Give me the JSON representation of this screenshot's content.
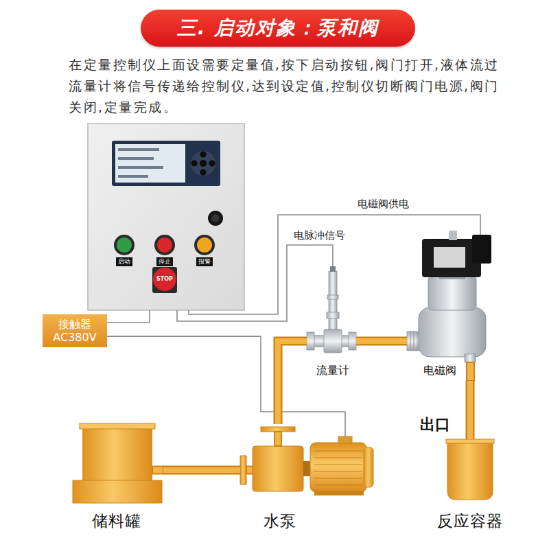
{
  "diagram": {
    "title": "三. 启动对象：泵和阀",
    "caption": "在定量控制仪上面设需要定量值,按下启动按钮,阀门打开,液体流过流量计将信号传递给控制仪,达到设定值,控制仪切断阀门电源,阀门关闭,定量完成。",
    "nodes": [
      {
        "text": [
          "启动",
          "停止",
          "报警",
          "STOP"
        ]
      },
      {
        "text": [
          "接触器 AC380V"
        ]
      },
      {
        "text": [
          "流量计"
        ]
      },
      {
        "text": [
          "电磁阀"
        ]
      },
      {
        "text": [
          "储料罐"
        ]
      },
      {
        "text": [
          "水泵"
        ]
      },
      {
        "text": [
          "反应容器"
        ]
      }
    ],
    "edges": [
      {
        "from": 0,
        "to": 1,
        "arrow": "none"
      },
      {
        "from": 0,
        "to": 2,
        "label": "电脉冲信号",
        "arrow": "none"
      },
      {
        "from": 0,
        "to": 3,
        "label": "电磁阀供电",
        "arrow": "none"
      },
      {
        "from": 1,
        "to": 5,
        "arrow": "none"
      },
      {
        "from": 4,
        "to": 5,
        "arrow": "none"
      },
      {
        "from": 5,
        "to": 2,
        "arrow": "none"
      },
      {
        "from": 2,
        "to": 3,
        "arrow": "none"
      },
      {
        "from": 3,
        "to": 6,
        "arrow": "none"
      }
    ],
    "labels": [
      "出口"
    ]
  }
}
